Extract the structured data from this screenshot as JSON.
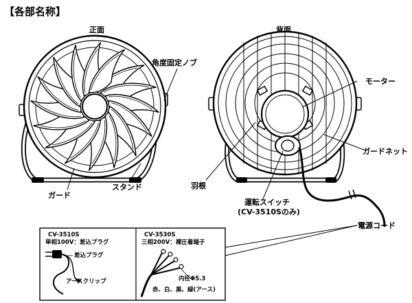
{
  "title": "【各部名称】",
  "views": {
    "front": "正面",
    "back": "背面"
  },
  "labels": {
    "angle_knob": "角度固定ノブ",
    "guard": "ガード",
    "stand": "スタンド",
    "motor": "モーター",
    "guard_net": "ガードネット",
    "blade": "羽根",
    "switch": "運転スイッチ",
    "switch_note": "(CV-3510Sのみ)",
    "power_cord": "電源コード"
  },
  "inset_left": {
    "model": "CV-3510S",
    "spec": "単相100V：差込プラグ",
    "plug": "差込プラグ",
    "clip": "アースクリップ"
  },
  "inset_right": {
    "model": "CV-3530S",
    "spec": "三相200V：裸圧着端子",
    "diameter": "内径Φ5.3",
    "colors": "赤、白、黒、緑(アース)"
  }
}
